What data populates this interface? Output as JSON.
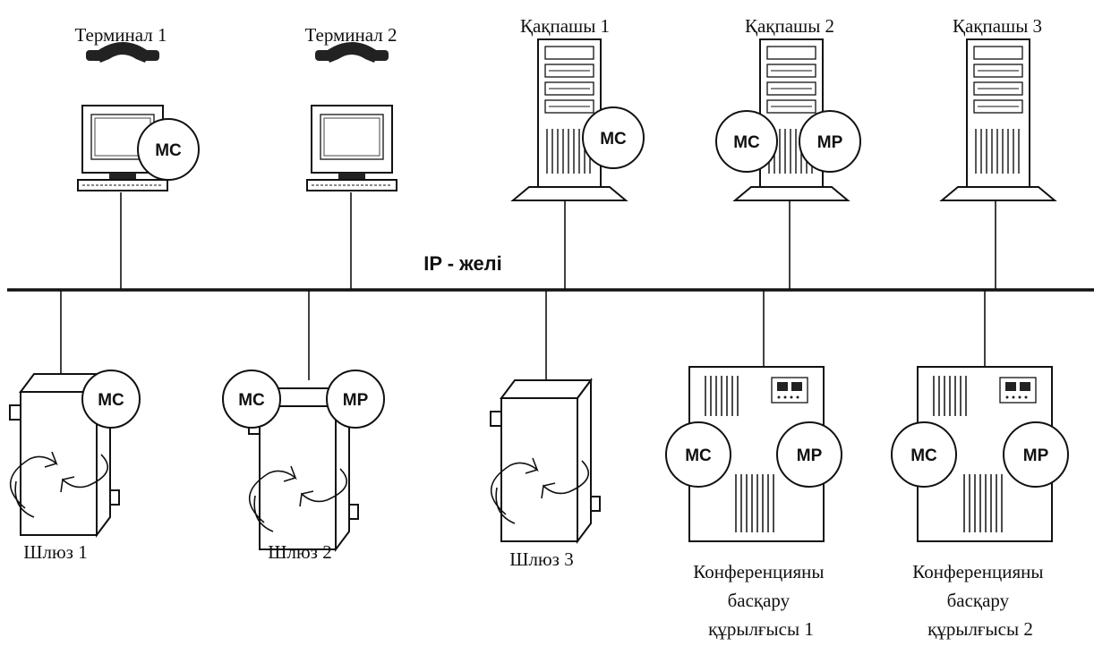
{
  "network": {
    "label": "IP - желі"
  },
  "terminals": [
    {
      "label": "Терминал 1",
      "units": [
        "MC"
      ]
    },
    {
      "label": "Терминал 2",
      "units": []
    }
  ],
  "gatekeepers": [
    {
      "label": "Қақпашы 1",
      "units": [
        "MC"
      ]
    },
    {
      "label": "Қақпашы 2",
      "units": [
        "MC",
        "MP"
      ]
    },
    {
      "label": "Қақпашы 3",
      "units": []
    }
  ],
  "gateways": [
    {
      "label": "Шлюз 1",
      "units": [
        "MC"
      ]
    },
    {
      "label": "Шлюз 2",
      "units": [
        "MC",
        "MP"
      ]
    },
    {
      "label": "Шлюз 3",
      "units": []
    }
  ],
  "mcus": [
    {
      "label_lines": [
        "Конференцияны",
        "басқару",
        "құрылғысы 1"
      ],
      "units": [
        "MC",
        "MP"
      ]
    },
    {
      "label_lines": [
        "Конференцияны",
        "басқару",
        "құрылғысы 2"
      ],
      "units": [
        "MC",
        "MP"
      ]
    }
  ]
}
